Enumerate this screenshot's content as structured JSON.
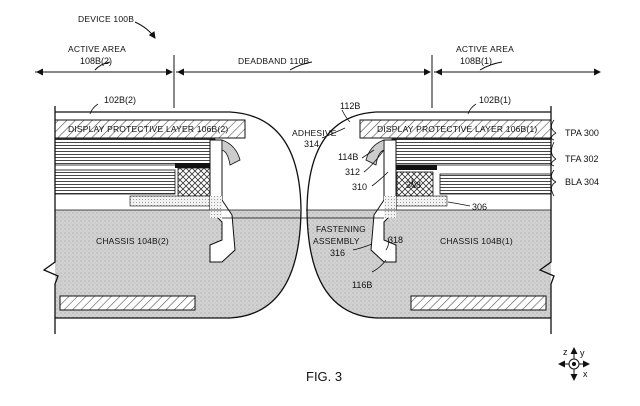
{
  "labels": {
    "device": "DEVICE 100B",
    "active_area_left_title": "ACTIVE AREA",
    "active_area_left_ref": "108B(2)",
    "deadband": "DEADBAND 110B",
    "active_area_right_title": "ACTIVE AREA",
    "active_area_right_ref": "108B(1)",
    "housing_left": "102B(2)",
    "housing_right": "102B(1)",
    "hinge_ref": "112B",
    "display_layer_left": "DISPLAY PROTECTIVE LAYER 106B(2)",
    "display_layer_right": "DISPLAY PROTECTIVE LAYER 106B(1)",
    "adhesive_title": "ADHESIVE",
    "adhesive_ref": "314",
    "ref_114b": "114B",
    "ref_312": "312",
    "ref_310": "310",
    "ref_308": "308",
    "ref_306": "306",
    "tpa": "TPA 300",
    "tfa": "TFA 302",
    "bla": "BLA 304",
    "chassis_left": "CHASSIS 104B(2)",
    "chassis_right": "CHASSIS 104B(1)",
    "fastening_title": "FASTENING",
    "fastening_sub": "ASSEMBLY",
    "fastening_ref": "316",
    "ref_318": "318",
    "ref_116b": "116B",
    "axis_z": "z",
    "axis_y": "y",
    "axis_x": "x",
    "figure_caption": "FIG. 3"
  },
  "colors": {
    "line": "#111111",
    "chassis_fill": "#cfcfcf",
    "hatch": "#555555",
    "black_layer": "#111111"
  }
}
